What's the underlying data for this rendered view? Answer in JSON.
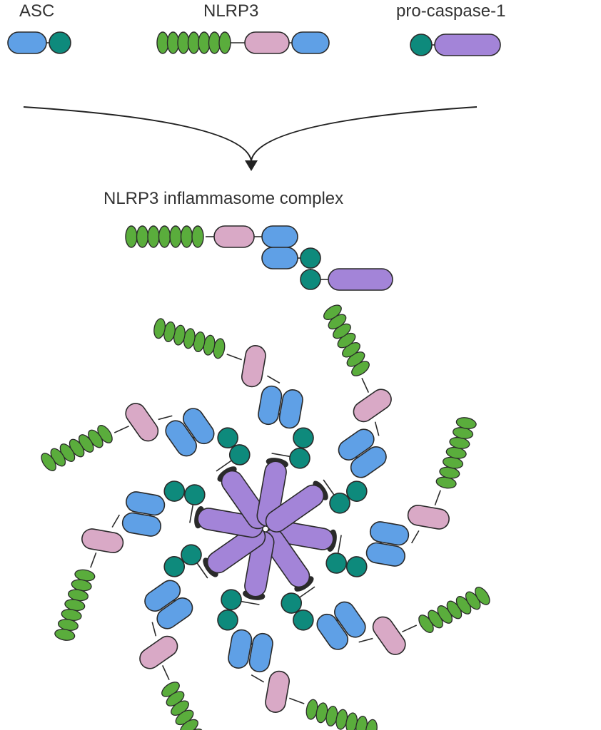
{
  "labels": {
    "asc": "ASC",
    "nlrp3": "NLRP3",
    "procaspase": "pro-caspase-1",
    "complex": "NLRP3 inflammasome complex"
  },
  "colors": {
    "lrr_green": "#5aad3c",
    "nacht_pink": "#d9a9c6",
    "pyd_blue": "#5fa0e6",
    "card_teal": "#0e8a7c",
    "caspase_purple": "#a384d8",
    "outline": "#2a2a2a",
    "arrow": "#222222",
    "text": "#333333"
  },
  "oligomer_arms": 8
}
